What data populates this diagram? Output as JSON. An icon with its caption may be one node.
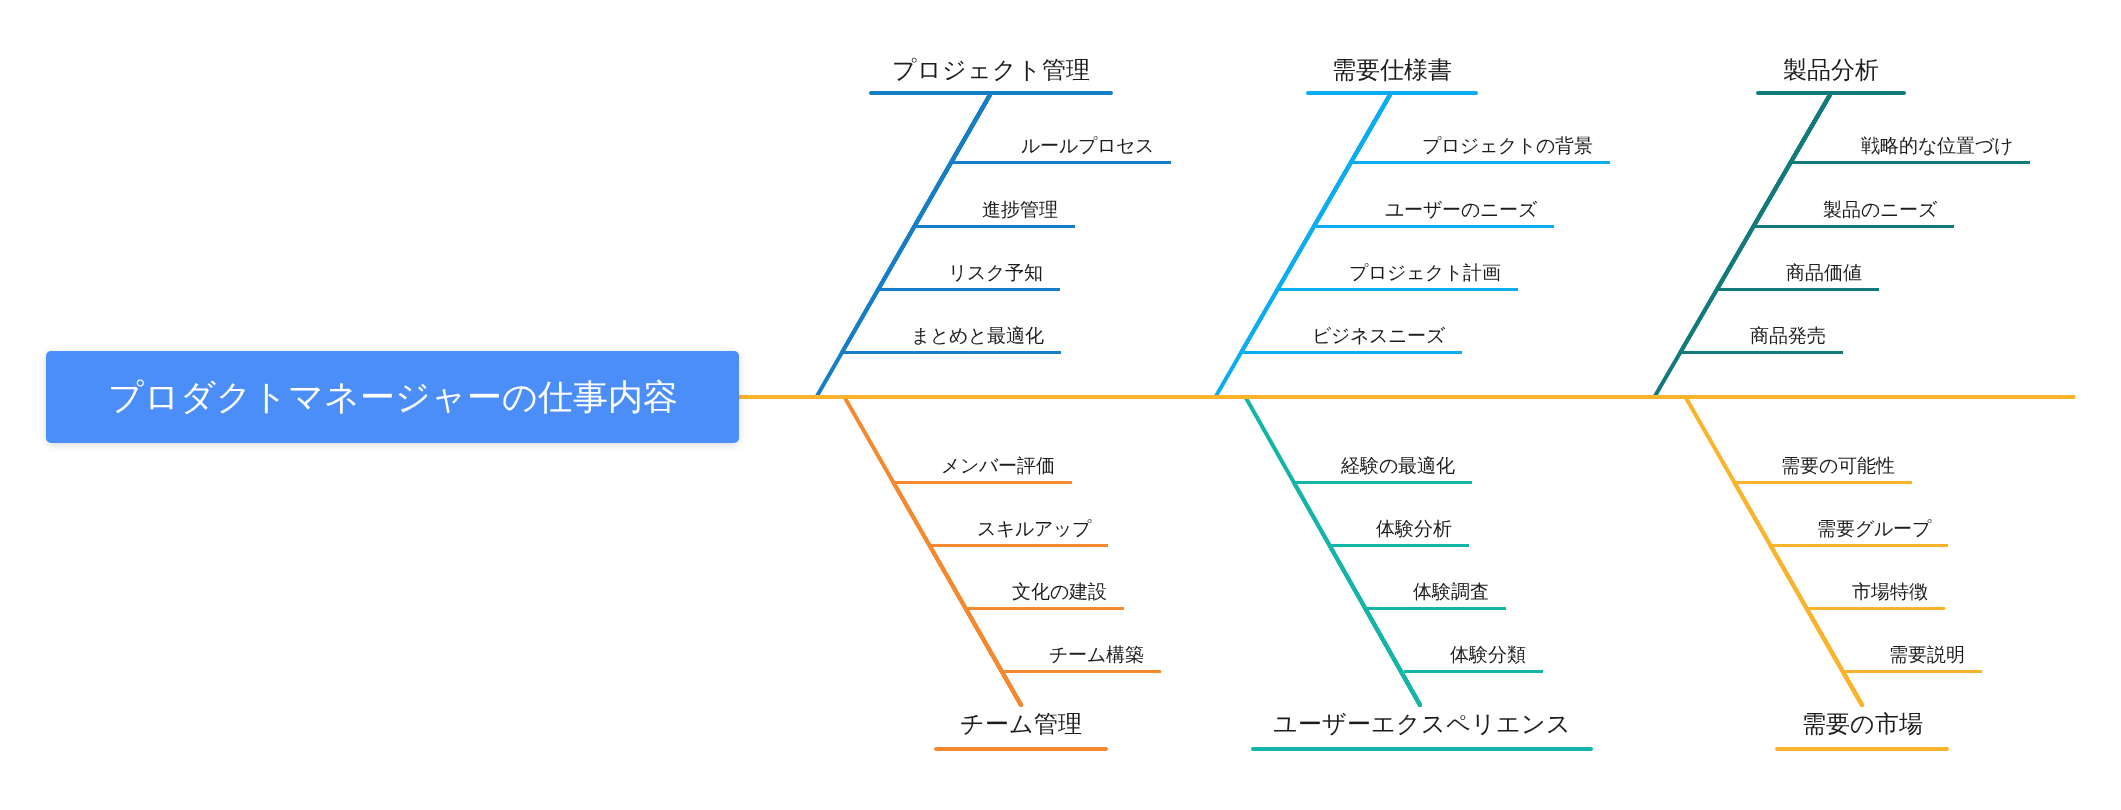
{
  "diagram": {
    "nodes": [
      {
        "text": [
          "プロダクトマネージャーの仕事内容"
        ]
      },
      {
        "text": [],
        "shape": "bar"
      },
      {
        "text": [
          "プロジェクト管理"
        ]
      },
      {
        "text": [
          "ルールプロセス"
        ]
      },
      {
        "text": [
          "進捗管理"
        ]
      },
      {
        "text": [
          "リスク予知"
        ]
      },
      {
        "text": [
          "まとめと最適化"
        ]
      },
      {
        "text": [
          "需要仕様書"
        ]
      },
      {
        "text": [
          "プロジェクトの背景"
        ]
      },
      {
        "text": [
          "ユーザーのニーズ"
        ]
      },
      {
        "text": [
          "プロジェクト計画"
        ]
      },
      {
        "text": [
          "ビジネスニーズ"
        ]
      },
      {
        "text": [
          "製品分析"
        ]
      },
      {
        "text": [
          "戦略的な位置づけ"
        ]
      },
      {
        "text": [
          "製品のニーズ"
        ]
      },
      {
        "text": [
          "商品価値"
        ]
      },
      {
        "text": [
          "商品発売"
        ]
      },
      {
        "text": [
          "チーム管理"
        ]
      },
      {
        "text": [
          "メンバー評価"
        ]
      },
      {
        "text": [
          "スキルアップ"
        ]
      },
      {
        "text": [
          "文化の建設"
        ]
      },
      {
        "text": [
          "チーム構築"
        ]
      },
      {
        "text": [
          "ユーザーエクスペリエンス"
        ]
      },
      {
        "text": [
          "経験の最適化"
        ]
      },
      {
        "text": [
          "体験分析"
        ]
      },
      {
        "text": [
          "体験調査"
        ]
      },
      {
        "text": [
          "体験分類"
        ]
      },
      {
        "text": [
          "需要の市場"
        ]
      },
      {
        "text": [
          "需要の可能性"
        ]
      },
      {
        "text": [
          "需要グループ"
        ]
      },
      {
        "text": [
          "市場特徴"
        ]
      },
      {
        "text": [
          "需要説明"
        ]
      }
    ],
    "edges": [
      {
        "from": 2,
        "to": 1,
        "arrow": "none",
        "color": "#157ec6"
      },
      {
        "from": 3,
        "to": 2,
        "arrow": "none",
        "color": "#157ec6"
      },
      {
        "from": 4,
        "to": 2,
        "arrow": "none",
        "color": "#157ec6"
      },
      {
        "from": 5,
        "to": 2,
        "arrow": "none",
        "color": "#157ec6"
      },
      {
        "from": 6,
        "to": 2,
        "arrow": "none",
        "color": "#157ec6"
      },
      {
        "from": 7,
        "to": 1,
        "arrow": "none",
        "color": "#0aadf0"
      },
      {
        "from": 8,
        "to": 7,
        "arrow": "none",
        "color": "#0aadf0"
      },
      {
        "from": 9,
        "to": 7,
        "arrow": "none",
        "color": "#0aadf0"
      },
      {
        "from": 10,
        "to": 7,
        "arrow": "none",
        "color": "#0aadf0"
      },
      {
        "from": 11,
        "to": 7,
        "arrow": "none",
        "color": "#0aadf0"
      },
      {
        "from": 12,
        "to": 1,
        "arrow": "none",
        "color": "#137a7c"
      },
      {
        "from": 13,
        "to": 12,
        "arrow": "none",
        "color": "#137a7c"
      },
      {
        "from": 14,
        "to": 12,
        "arrow": "none",
        "color": "#137a7c"
      },
      {
        "from": 15,
        "to": 12,
        "arrow": "none",
        "color": "#137a7c"
      },
      {
        "from": 16,
        "to": 12,
        "arrow": "none",
        "color": "#137a7c"
      },
      {
        "from": 17,
        "to": 1,
        "arrow": "none",
        "color": "#f5892f"
      },
      {
        "from": 18,
        "to": 17,
        "arrow": "none",
        "color": "#f5892f"
      },
      {
        "from": 19,
        "to": 17,
        "arrow": "none",
        "color": "#f5892f"
      },
      {
        "from": 20,
        "to": 17,
        "arrow": "none",
        "color": "#f5892f"
      },
      {
        "from": 21,
        "to": 17,
        "arrow": "none",
        "color": "#f5892f"
      },
      {
        "from": 22,
        "to": 1,
        "arrow": "none",
        "color": "#13b5a7"
      },
      {
        "from": 23,
        "to": 22,
        "arrow": "none",
        "color": "#13b5a7"
      },
      {
        "from": 24,
        "to": 22,
        "arrow": "none",
        "color": "#13b5a7"
      },
      {
        "from": 25,
        "to": 22,
        "arrow": "none",
        "color": "#13b5a7"
      },
      {
        "from": 26,
        "to": 22,
        "arrow": "none",
        "color": "#13b5a7"
      },
      {
        "from": 27,
        "to": 1,
        "arrow": "none",
        "color": "#fbb32b"
      },
      {
        "from": 28,
        "to": 27,
        "arrow": "none",
        "color": "#fbb32b"
      },
      {
        "from": 29,
        "to": 27,
        "arrow": "none",
        "color": "#fbb32b"
      },
      {
        "from": 30,
        "to": 27,
        "arrow": "none",
        "color": "#fbb32b"
      },
      {
        "from": 31,
        "to": 27,
        "arrow": "none",
        "color": "#fbb32b"
      }
    ]
  }
}
